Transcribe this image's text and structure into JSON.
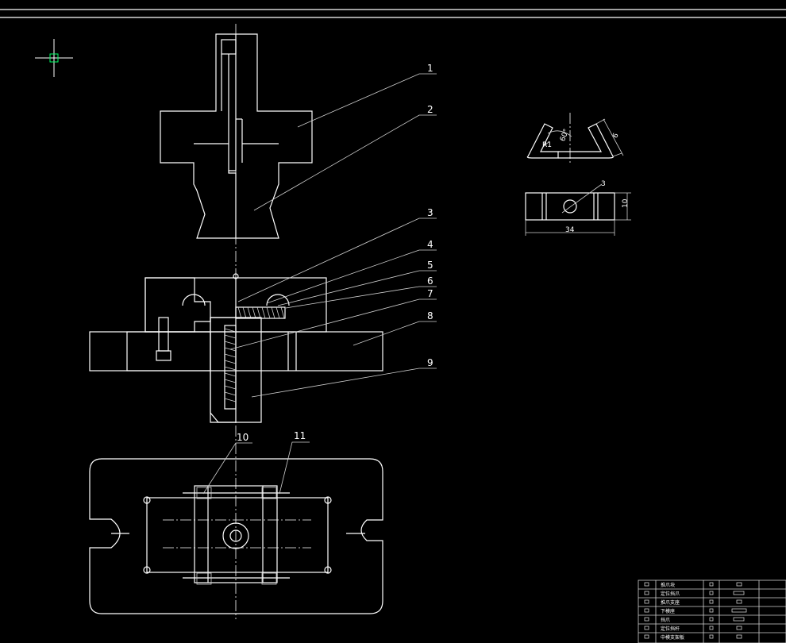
{
  "colors": {
    "background": "#000000",
    "lines": "#ffffff",
    "cursor": "#00ff66"
  },
  "balloons": [
    "1",
    "2",
    "3",
    "4",
    "5",
    "6",
    "7",
    "8",
    "9",
    "10",
    "11"
  ],
  "part_view": {
    "dim_radius": "R1",
    "dim_angle": "60°",
    "dim_edge": "6",
    "dim_hole": "3",
    "dim_height": "10",
    "dim_length": "34"
  },
  "title_block": {
    "rows": [
      {
        "name": "推爪块"
      },
      {
        "name": "定位挡爪"
      },
      {
        "name": "推爪支座"
      },
      {
        "name": "下模座"
      },
      {
        "name": "挡爪"
      },
      {
        "name": "定位挡杆"
      },
      {
        "name": "中模支架板"
      }
    ]
  },
  "icons": [
    "crosshair-cursor-icon"
  ]
}
